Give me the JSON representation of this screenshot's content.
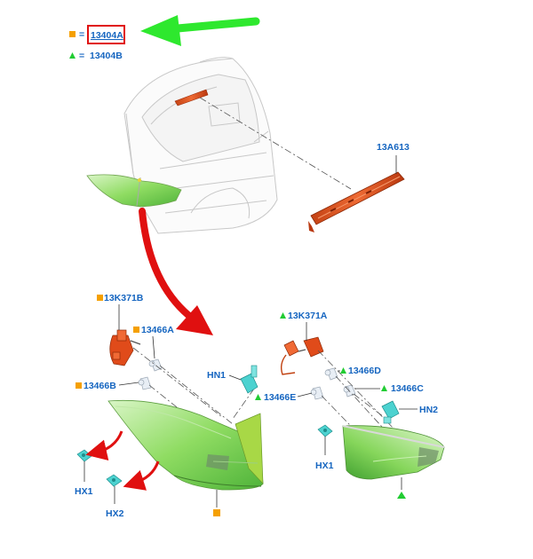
{
  "legend": {
    "square": {
      "equals": "=",
      "code": "13404A"
    },
    "triangle": {
      "equals": "=",
      "code": "13404B"
    }
  },
  "callouts": {
    "high_mount_lamp": "13A613",
    "left_harness": "13K371B",
    "left_bulb_upper": "13466A",
    "left_bulb_lower": "13466B",
    "left_socket": "HN1",
    "left_clip_1": "HX1",
    "left_clip_2": "HX2",
    "right_harness": "13K371A",
    "right_bulb_upper": "13466D",
    "right_bulb_side": "13466C",
    "right_bulb_lower": "13466E",
    "right_socket": "HN2",
    "right_clip": "HX1"
  },
  "colors": {
    "label_blue": "#1565c0",
    "square_orange": "#f5a000",
    "triangle_green": "#22cc33",
    "highlight_red": "#e01010",
    "arrow_green": "#2ee82e",
    "arrow_red": "#e01010",
    "lamp_green": "#7ed957",
    "harness_red": "#e04b1a"
  },
  "icons": {
    "square": "orange-square-icon",
    "triangle": "green-triangle-icon"
  }
}
